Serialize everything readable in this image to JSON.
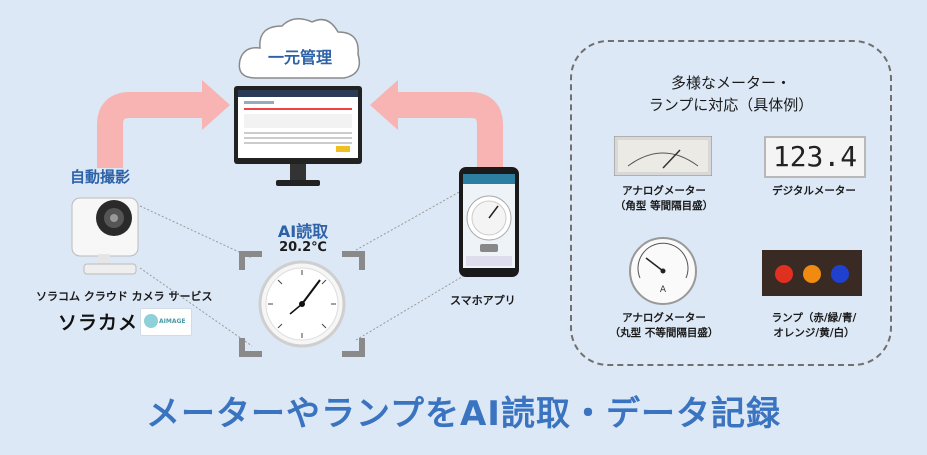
{
  "cloud": {
    "label": "一元管理"
  },
  "left": {
    "caption": "自動撮影",
    "camera_label": "ソラコム クラウド カメラ サービス",
    "brand_logo": "ソラカメ",
    "badge_text": "AIMAGE"
  },
  "center": {
    "ai_label": "AI読取",
    "reading": "20.2℃"
  },
  "right_phone": {
    "label": "スマホアプリ"
  },
  "panel": {
    "title_line1": "多様なメーター・",
    "title_line2": "ランプに対応（具体例）",
    "items": [
      {
        "line1": "アナログメーター",
        "line2": "（角型 等間隔目盛）"
      },
      {
        "line1": "デジタルメーター",
        "display": "123.4"
      },
      {
        "line1": "アナログメーター",
        "line2": "（丸型 不等間隔目盛）"
      },
      {
        "line1": "ランプ（赤/緑/青/",
        "line2": "オレンジ/黄/白）"
      }
    ],
    "colors": {
      "red": "#e03020",
      "orange": "#f08a10",
      "blue": "#2040d0"
    }
  },
  "headline": "メーターやランプをAI読取・データ記録"
}
